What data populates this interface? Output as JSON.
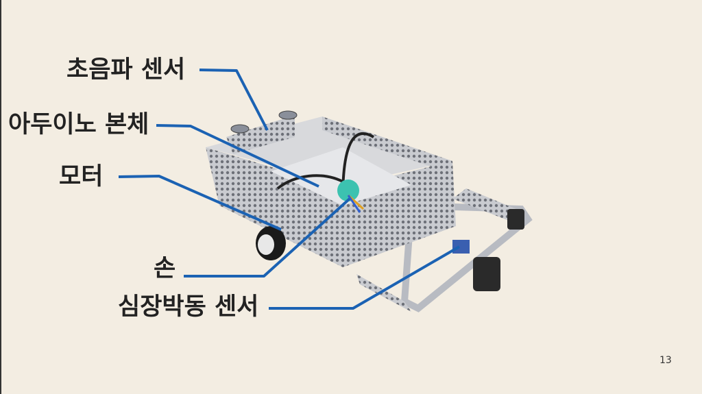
{
  "slide": {
    "labels": {
      "ultrasonic_sensor": "초음파 센서",
      "arduino_body": "아두이노 본체",
      "motor": "모터",
      "hand": "손",
      "heartbeat_sensor": "심장박동 센서"
    },
    "page_number": "13",
    "leader_color": "#1b62b3"
  }
}
